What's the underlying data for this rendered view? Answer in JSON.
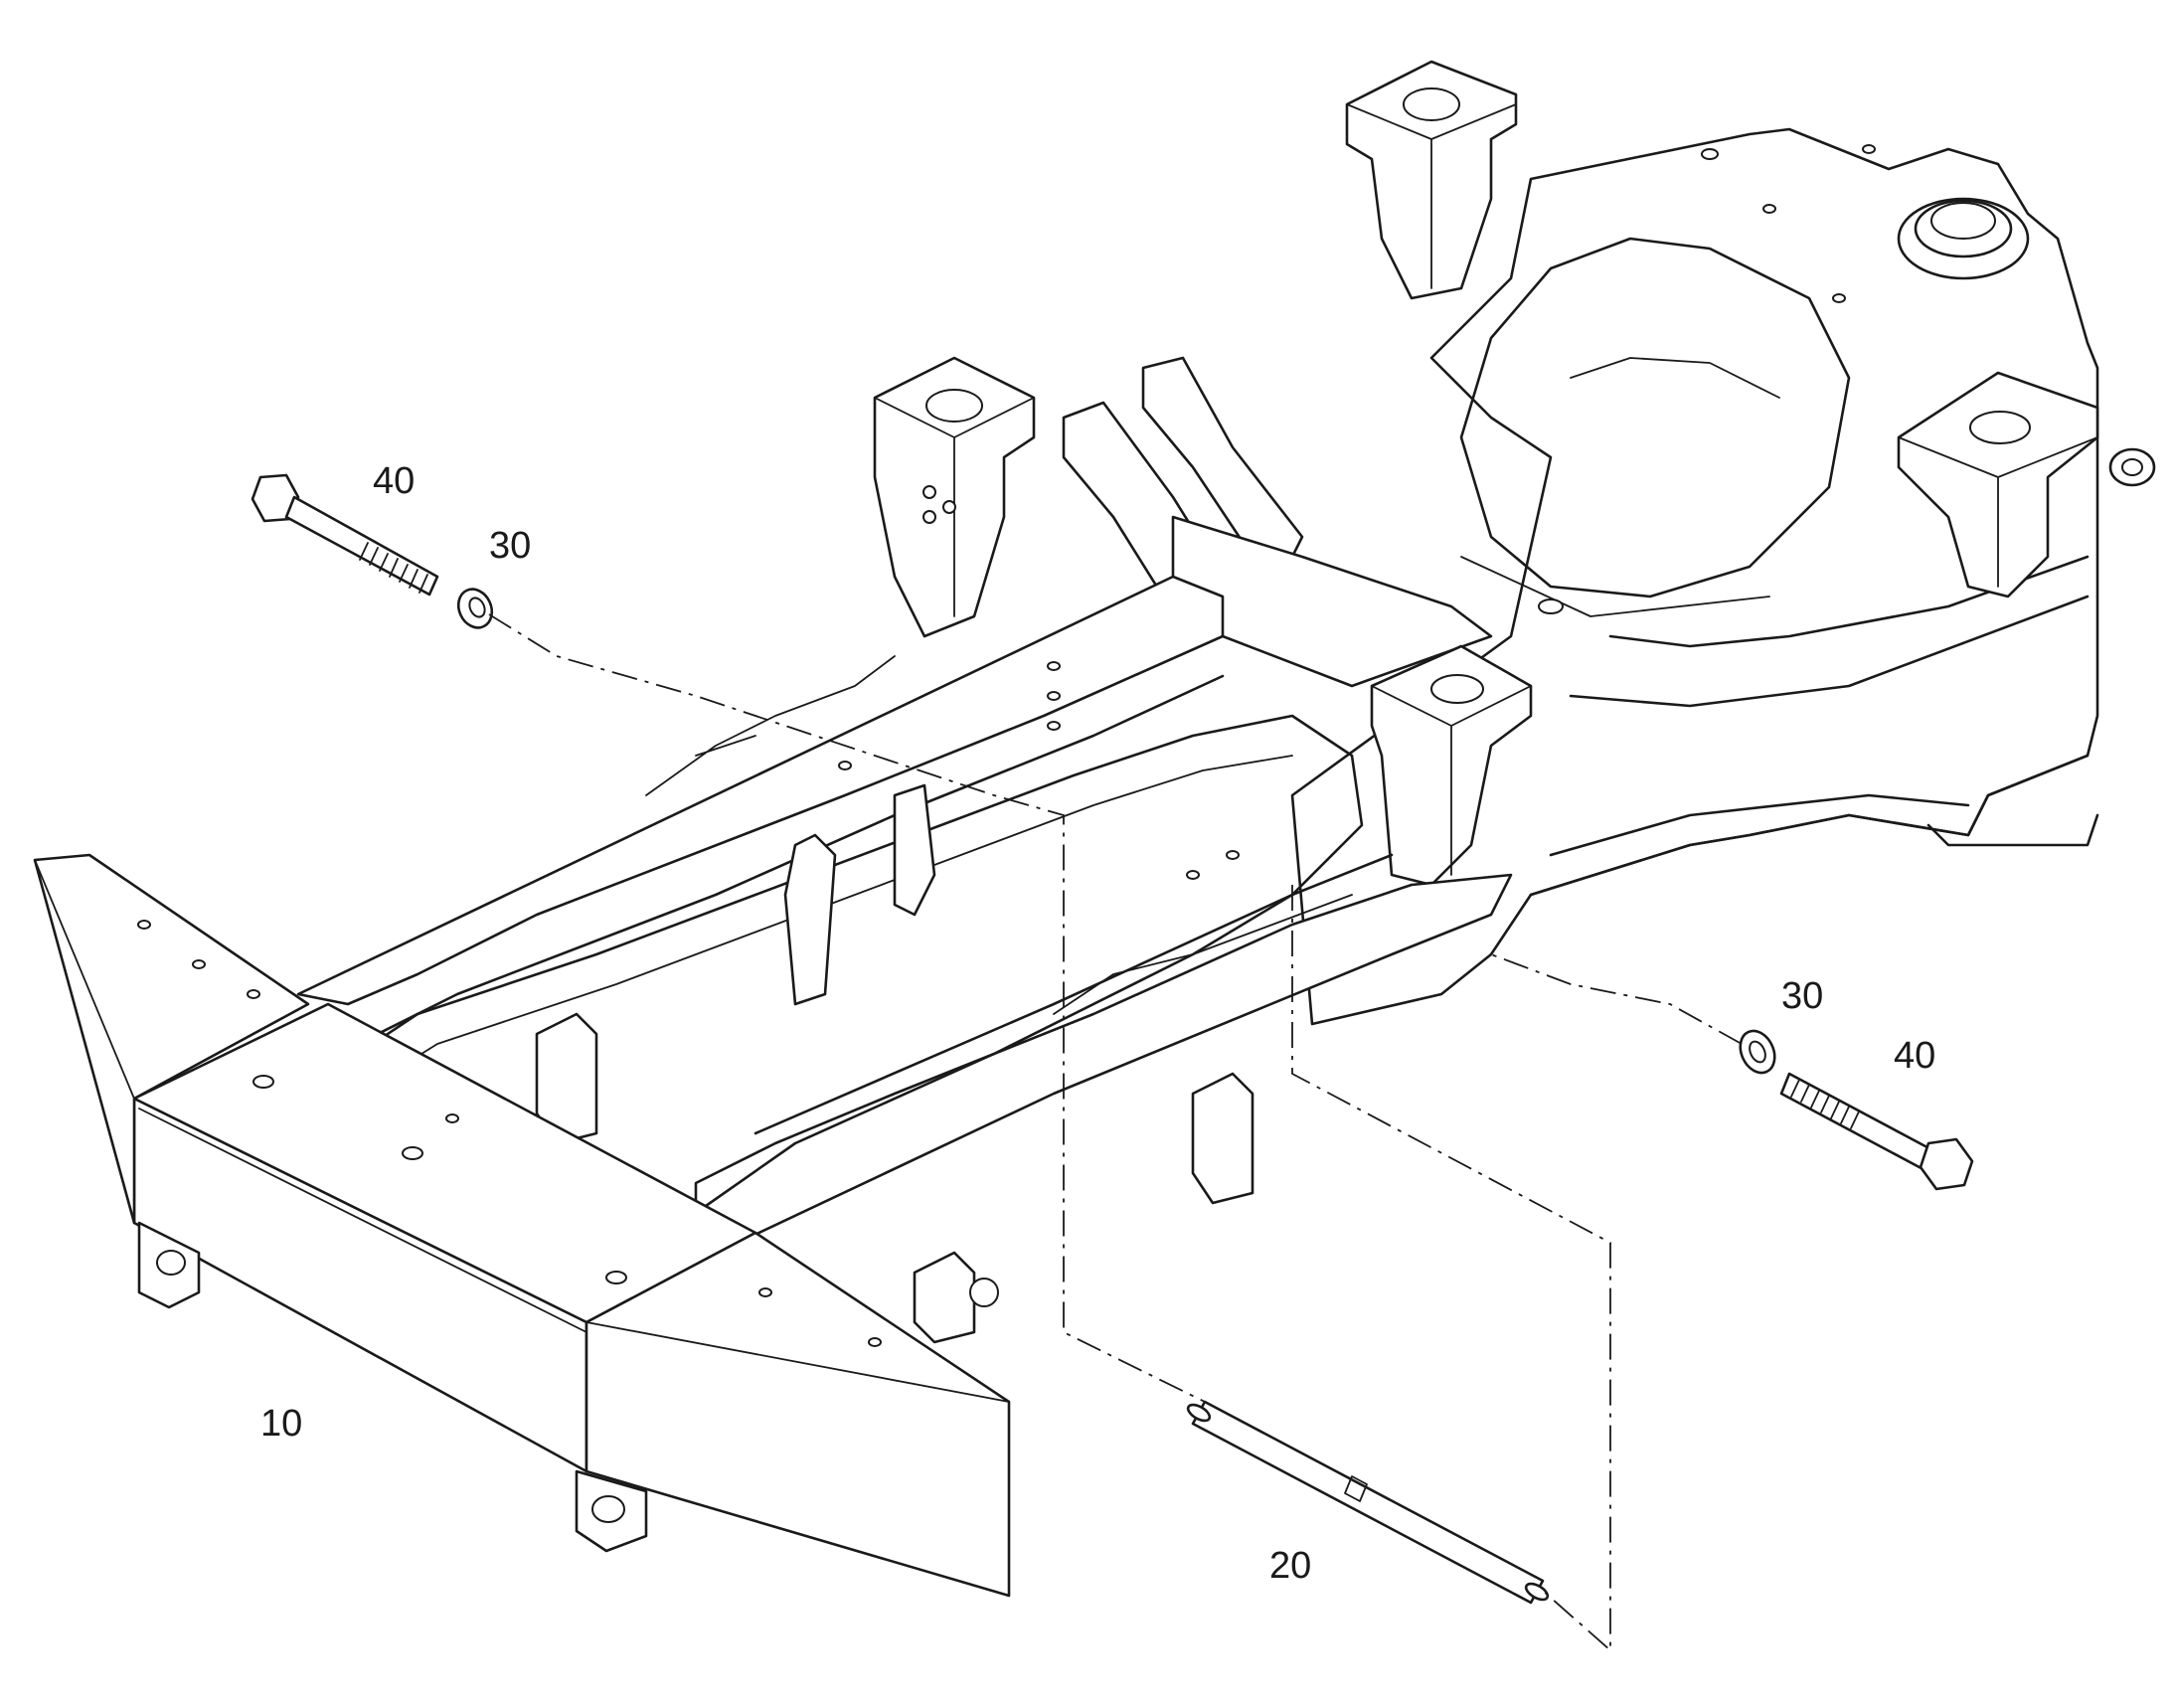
{
  "callouts": {
    "c10": "10",
    "c20": "20",
    "c30_left": "30",
    "c40_left": "40",
    "c30_right": "30",
    "c40_right": "40"
  }
}
